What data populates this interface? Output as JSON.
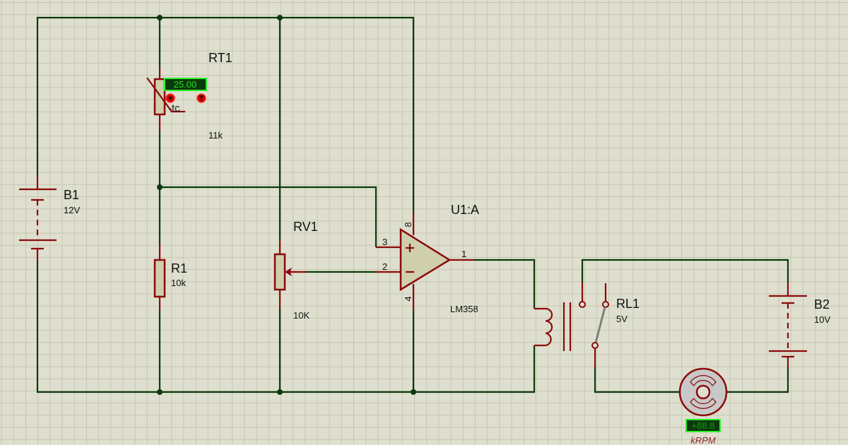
{
  "components": {
    "rt1": {
      "ref": "RT1",
      "value": "11k",
      "type_label": "-tc",
      "temperature_display": "25.00"
    },
    "b1": {
      "ref": "B1",
      "value": "12V"
    },
    "r1": {
      "ref": "R1",
      "value": "10k"
    },
    "rv1": {
      "ref": "RV1",
      "value": "10K"
    },
    "u1": {
      "ref": "U1:A",
      "part": "LM358",
      "pins": {
        "vcc": "8",
        "in_plus": "3",
        "in_minus": "2",
        "out": "1",
        "gnd": "4"
      },
      "plus_symbol": "+",
      "minus_symbol": "−"
    },
    "rl1": {
      "ref": "RL1",
      "value": "5V"
    },
    "b2": {
      "ref": "B2",
      "value": "10V"
    },
    "motor": {
      "display": "+88.8",
      "unit": "kRPM"
    }
  },
  "colors": {
    "wire": "#0a3a0a",
    "component": "#8b0a0a",
    "background": "#dfdfcf",
    "lcd_text": "#1ee01e",
    "lcd_bg": "#0a3a0a"
  }
}
